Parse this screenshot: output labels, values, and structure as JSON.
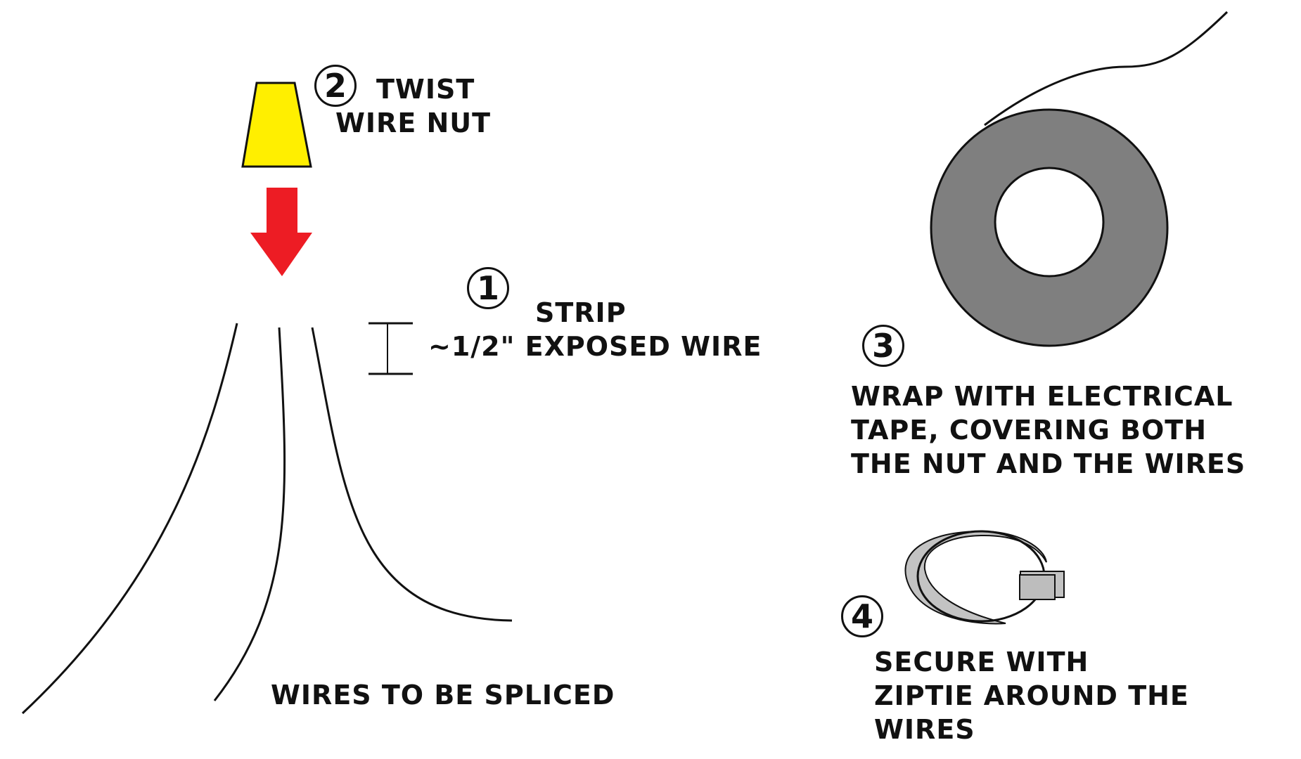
{
  "colors": {
    "ink": "#111111",
    "wire_nut": "#ffef00",
    "arrow": "#ed1c24",
    "tape": "#7f7f7f",
    "ziptie": "#c3c3c3"
  },
  "step2": {
    "number": "2",
    "lines": [
      "TWIST",
      "WIRE NUT"
    ]
  },
  "step1": {
    "number": "1",
    "lines": [
      "STRIP",
      "~1/2\" EXPOSED WIRE"
    ]
  },
  "step3": {
    "number": "3",
    "lines": [
      "WRAP WITH ELECTRICAL",
      "TAPE, COVERING BOTH",
      "THE NUT AND THE WIRES"
    ]
  },
  "step4": {
    "number": "4",
    "lines": [
      "SECURE WITH",
      "ZIPTIE AROUND THE",
      "WIRES"
    ]
  },
  "wires_label": "WIRES TO BE SPLICED"
}
